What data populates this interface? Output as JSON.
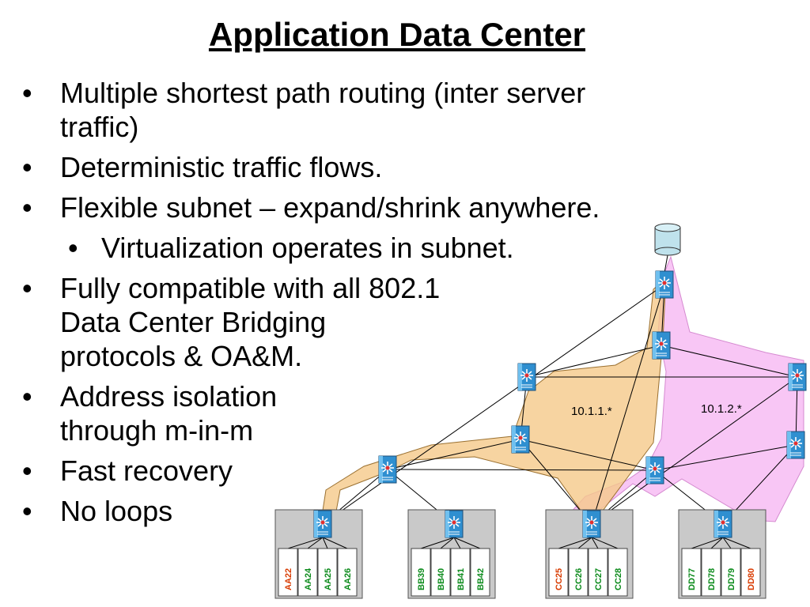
{
  "title": "Application Data Center",
  "bullets": [
    {
      "level": 1,
      "lines": [
        "Multiple shortest path routing (inter server",
        "traffic)"
      ]
    },
    {
      "level": 1,
      "lines": [
        "Deterministic traffic flows."
      ]
    },
    {
      "level": 1,
      "lines": [
        "Flexible subnet – expand/shrink anywhere."
      ]
    },
    {
      "level": 2,
      "lines": [
        "Virtualization operates in subnet."
      ]
    },
    {
      "level": 1,
      "lines": [
        "Fully compatible with all 802.1",
        "Data Center Bridging",
        "protocols & OA&M."
      ]
    },
    {
      "level": 1,
      "lines": [
        "Address isolation",
        "through m-in-m"
      ]
    },
    {
      "level": 1,
      "lines": [
        "Fast recovery"
      ]
    },
    {
      "level": 1,
      "lines": [
        "No loops"
      ]
    }
  ],
  "bullet_glyph": "•",
  "subnets": [
    {
      "label": "10.1.1.*",
      "color": "#f5c98a"
    },
    {
      "label": "10.1.2.*",
      "color": "#f6b3f2"
    }
  ],
  "racks": [
    {
      "servers": [
        {
          "label": "AA22",
          "color": "#d83a00"
        },
        {
          "label": "AA24",
          "color": "#0a8a1a"
        },
        {
          "label": "AA25",
          "color": "#0a8a1a"
        },
        {
          "label": "AA26",
          "color": "#0a8a1a"
        }
      ]
    },
    {
      "servers": [
        {
          "label": "BB39",
          "color": "#0a8a1a"
        },
        {
          "label": "BB40",
          "color": "#0a8a1a"
        },
        {
          "label": "BB41",
          "color": "#0a8a1a"
        },
        {
          "label": "BB42",
          "color": "#0a8a1a"
        }
      ]
    },
    {
      "servers": [
        {
          "label": "CC25",
          "color": "#d83a00"
        },
        {
          "label": "CC26",
          "color": "#0a8a1a"
        },
        {
          "label": "CC27",
          "color": "#0a8a1a"
        },
        {
          "label": "CC28",
          "color": "#0a8a1a"
        }
      ]
    },
    {
      "servers": [
        {
          "label": "DD77",
          "color": "#0a8a1a"
        },
        {
          "label": "DD78",
          "color": "#0a8a1a"
        },
        {
          "label": "DD79",
          "color": "#0a8a1a"
        },
        {
          "label": "DD80",
          "color": "#d83a00"
        }
      ]
    }
  ],
  "switch_color": "#2f8fd0",
  "link_color": "#000000",
  "icons": {
    "switch": "network-switch-icon",
    "storage": "storage-cylinder-icon"
  }
}
